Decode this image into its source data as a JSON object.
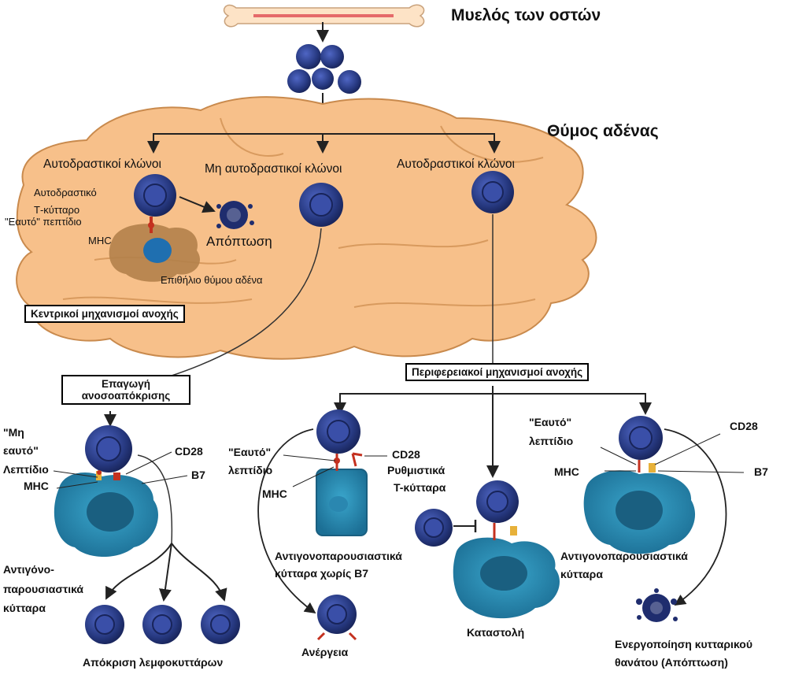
{
  "labels": {
    "bone_marrow": "Μυελός των οστών",
    "thymus": "Θύμος αδένας",
    "autoreactive_clones_left": "Αυτοδραστικοί κλώνοι",
    "non_autoreactive_clones": "Μη αυτοδραστικοί κλώνοι",
    "autoreactive_clones_right": "Αυτοδραστικοί κλώνοι",
    "autoreactive_t_cell_1": "Αυτοδραστικό",
    "autoreactive_t_cell_2": "Τ-κύτταρο",
    "self_peptide_top": "\"Εαυτό\" πεπτίδιο",
    "mhc_top": "MHC",
    "apoptosis_top": "Απόπτωση",
    "thymic_epithelium": "Επιθήλιο θύμου αδένα",
    "central_tolerance": "Κεντρικοί μηχανισμοί ανοχής",
    "immune_induction_1": "Επαγωγή",
    "immune_induction_2": "ανοσοαπόκρισης",
    "peripheral_tolerance": "Περιφερειακοί μηχανισμοί ανοχής",
    "non_self_1": "\"Μη",
    "non_self_2": "εαυτό\"",
    "non_self_3": "Λεπτίδιο",
    "mhc_left": "MHC",
    "cd28_left": "CD28",
    "b7_left": "B7",
    "apc_left_1": "Αντιγόνο-",
    "apc_left_2": "παρουσιαστικά",
    "apc_left_3": "κύτταρα",
    "lymph_response": "Απόκριση λεμφοκυττάρων",
    "self_mid_1": "\"Εαυτό\"",
    "self_mid_2": "λεπτίδιο",
    "mhc_mid": "MHC",
    "cd28_mid": "CD28",
    "apc_no_b7_1": "Αντιγονοπαρουσιαστικά",
    "apc_no_b7_2": "κύτταρα χωρίς B7",
    "anergy": "Ανέργεια",
    "treg_1": "Ρυθμιστικά",
    "treg_2": "Τ-κύτταρα",
    "suppression": "Καταστολή",
    "self_right_1": "\"Εαυτό\"",
    "self_right_2": "λεπτίδιο",
    "mhc_right": "MHC",
    "cd28_right": "CD28",
    "b7_right": "B7",
    "apc_right_1": "Αντιγονοπαρουσιαστικά",
    "apc_right_2": "κύτταρα",
    "death_1": "Ενεργοποίηση κυτταρικού",
    "death_2": "θανάτου (Απόπτωση)"
  },
  "colors": {
    "thymus_fill": "#f7c08a",
    "thymus_stroke": "#c98a4d",
    "tcell_dark": "#1f2d6e",
    "tcell_mid": "#3a4fa8",
    "apc_fill": "#2f8fb2",
    "apc_dark": "#1a5f80",
    "epithelium": "#b3814a",
    "receptor_red": "#c4311f",
    "b7_yellow": "#e7b13a",
    "bone_fill": "#fde3c6",
    "bone_marrow_line": "#e56a6a"
  }
}
